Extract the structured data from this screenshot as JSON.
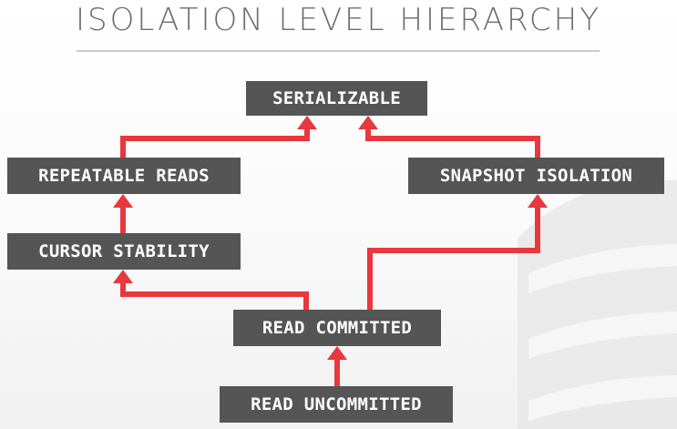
{
  "title": "ISOLATION LEVEL HIERARCHY",
  "levels": {
    "serializable": "SERIALIZABLE",
    "repeatable_reads": "REPEATABLE READS",
    "snapshot_isolation": "SNAPSHOT ISOLATION",
    "cursor_stability": "CURSOR STABILITY",
    "read_committed": "READ COMMITTED",
    "read_uncommitted": "READ UNCOMMITTED"
  },
  "colors": {
    "box_fill": "#555555",
    "box_text": "#ffffff",
    "arrow": "#e8383d",
    "title_text": "#6d6d6d"
  }
}
